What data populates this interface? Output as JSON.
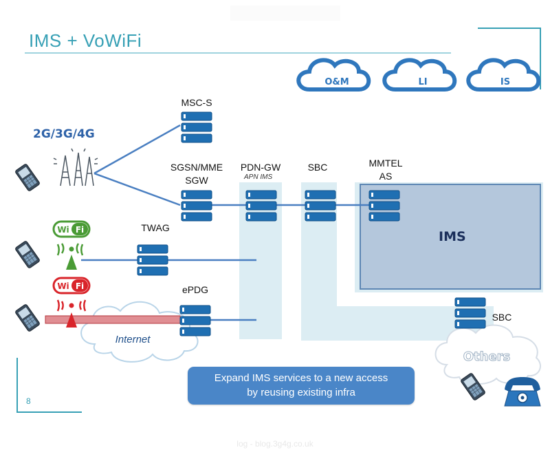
{
  "slide": {
    "title": "IMS + VoWiFi",
    "page_number": "8",
    "footer": "log - blog.3g4g.co.uk"
  },
  "clouds": {
    "om": "O&M",
    "li": "LI",
    "is": "IS",
    "internet": "Internet",
    "others": "Others"
  },
  "access": {
    "cellular": "2G/3G/4G",
    "wifi_1": "Wi Fi",
    "wifi_2": "Wi Fi"
  },
  "nodes": {
    "msc_s": "MSC-S",
    "sgsn_mme": "SGSN/MME",
    "sgw": "SGW",
    "pdn_gw": "PDN-GW",
    "apn_ims": "APN IMS",
    "sbc_core": "SBC",
    "mmtel": "MMTEL",
    "mmtel_as": "AS",
    "twag": "TWAG",
    "epdg": "ePDG",
    "sbc_others": "SBC",
    "ims": "IMS"
  },
  "callout": {
    "line1": "Expand IMS services to a new access",
    "line2": "by reusing existing infra"
  },
  "colors": {
    "accent": "#37a0b5",
    "server": "#1f6fb2",
    "link": "#4a7fc1",
    "column": "#dcedf3",
    "ims_box": "#b4c7dc",
    "wifi_green": "#4a9b35",
    "wifi_red": "#d9242a",
    "callout": "#4a86c8"
  }
}
